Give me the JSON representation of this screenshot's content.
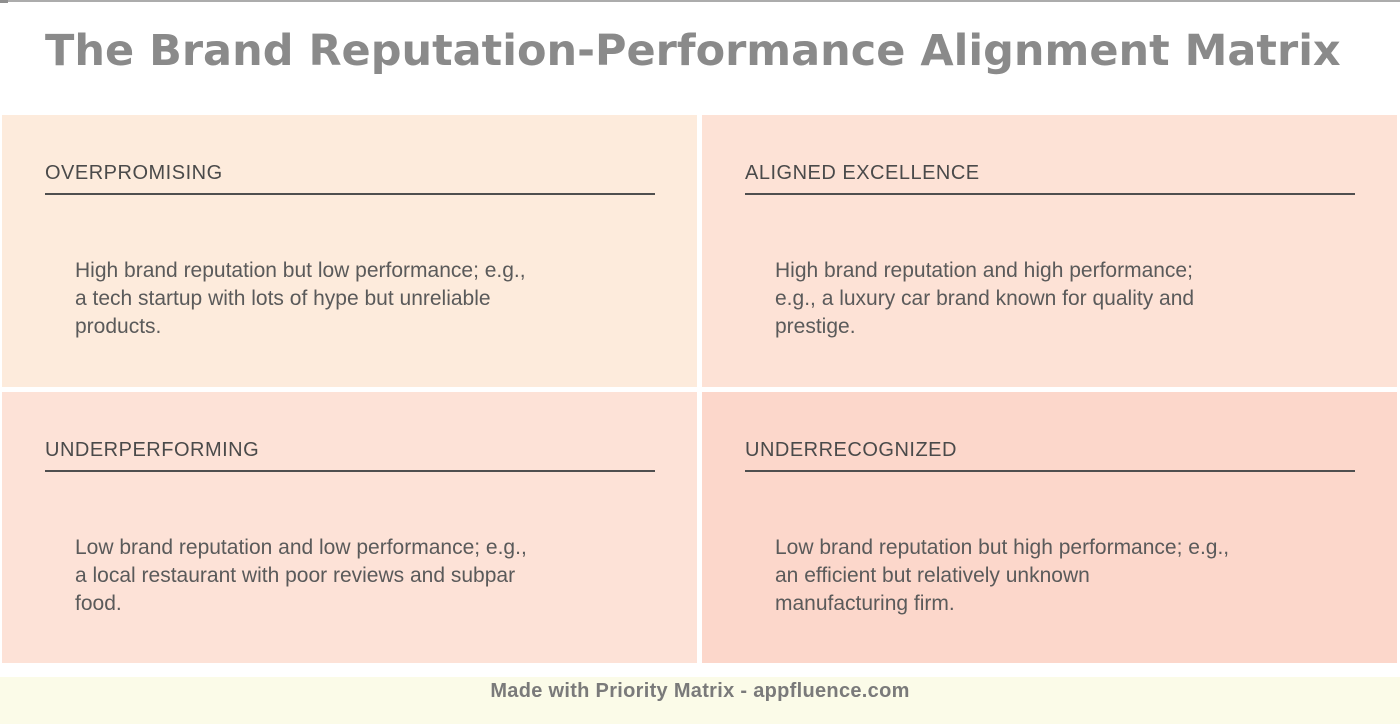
{
  "title": "The Brand Reputation-Performance Alignment Matrix",
  "quadrants": [
    {
      "id": "overpromising",
      "position": "top-left",
      "label": "OVERPROMISING",
      "description": "High brand reputation but low performance; e.g.,\na tech startup with lots of hype but unreliable\nproducts."
    },
    {
      "id": "aligned-excellence",
      "position": "top-right",
      "label": "ALIGNED EXCELLENCE",
      "description": "High brand reputation and high performance;\ne.g., a luxury car brand known for quality and\nprestige."
    },
    {
      "id": "underperforming",
      "position": "bottom-left",
      "label": "UNDERPERFORMING",
      "description": "Low brand reputation and low performance; e.g.,\na local restaurant with poor reviews and subpar\nfood."
    },
    {
      "id": "underrecognized",
      "position": "bottom-right",
      "label": "UNDERRECOGNIZED",
      "description": "Low brand reputation but high performance; e.g.,\nan efficient but relatively unknown\nmanufacturing firm."
    }
  ],
  "footer": {
    "text": "Made with Priority Matrix - appfluence.com"
  },
  "colors": {
    "title_text": "#8A8A8A",
    "quadrant_header_text": "#4A4A4A",
    "quadrant_body_text": "#5A5A5A",
    "quadrant_underline": "#4F4F4F",
    "quadrant_top_left_bg": "#FDEBDC",
    "quadrant_top_right_bg": "#FDE2D6",
    "quadrant_bottom_left_bg": "#FDE2D7",
    "quadrant_bottom_right_bg": "#FCD7CB",
    "footer_bg": "#FBFBE8",
    "footer_text": "#7A7A7A",
    "top_edge": "#ACACAC"
  }
}
